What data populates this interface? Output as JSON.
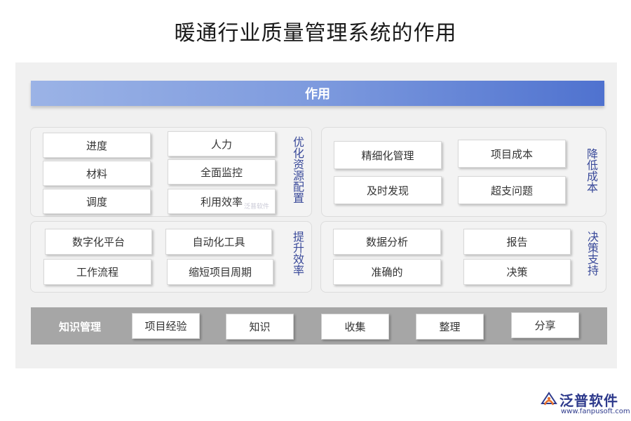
{
  "title": "暖通行业质量管理系统的作用",
  "header": "作用",
  "groups": {
    "optimize": {
      "label": "优化资源配置",
      "items": [
        "进度",
        "人力",
        "材料",
        "全面监控",
        "调度",
        "利用效率"
      ]
    },
    "reduce": {
      "label": "降低成本",
      "items": [
        "精细化管理",
        "项目成本",
        "及时发现",
        "超支问题"
      ]
    },
    "efficiency": {
      "label": "提升效率",
      "items": [
        "数字化平台",
        "自动化工具",
        "工作流程",
        "缩短项目周期"
      ]
    },
    "decision": {
      "label": "决策支持",
      "items": [
        "数据分析",
        "报告",
        "准确的",
        "决策"
      ]
    }
  },
  "knowledge": {
    "label": "知识管理",
    "items": [
      "项目经验",
      "知识",
      "收集",
      "整理",
      "分享"
    ]
  },
  "watermark_small": "泛普软件",
  "brand": {
    "name": "泛普软件",
    "url": "www.fanpusoft.com",
    "logo_icon": "fanpu-logo-icon"
  },
  "colors": {
    "header_start": "#9bb3e6",
    "header_end": "#4f72cf",
    "label_text": "#3a4a9a",
    "knowledge_bar": "#a6a6a6",
    "brand": "#2e3a8c"
  }
}
